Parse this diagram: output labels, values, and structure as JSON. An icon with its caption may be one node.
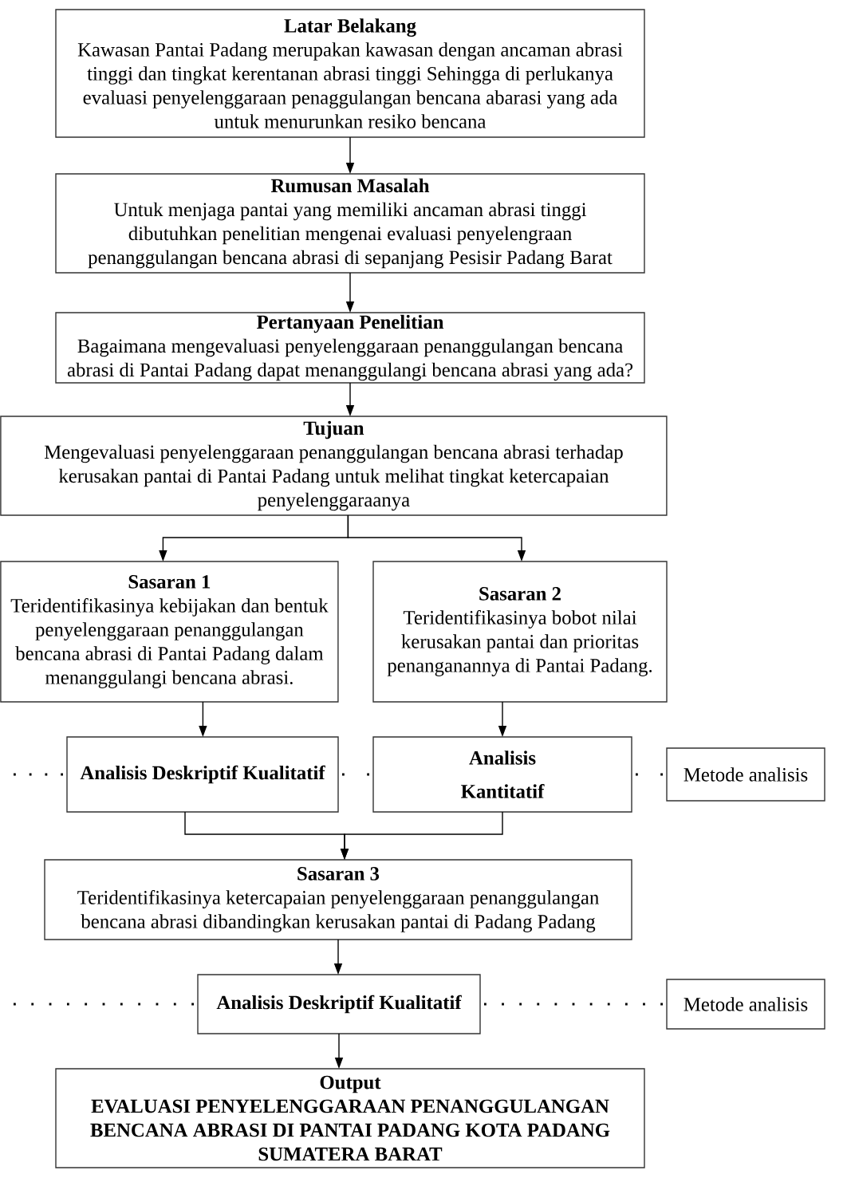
{
  "diagram": {
    "nodes": [
      {
        "text": [
          "Latar Belakang",
          "Kawasan Pantai Padang merupakan kawasan dengan ancaman abrasi tinggi dan tingkat kerentanan abrasi tinggi Sehingga di perlukanya evaluasi penyelenggaraan penaggulangan bencana abarasi yang ada untuk menurunkan resiko bencana"
        ]
      },
      {
        "text": [
          "Rumusan Masalah",
          "Untuk menjaga pantai yang memiliki ancaman abrasi tinggi dibutuhkan penelitian mengenai evaluasi penyelengraan penanggulangan bencana abrasi di sepanjang Pesisir Padang Barat"
        ]
      },
      {
        "text": [
          "Pertanyaan Penelitian",
          "Bagaimana mengevaluasi penyelenggaraan penanggulangan bencana abrasi di Pantai Padang dapat menanggulangi bencana abrasi yang ada?"
        ]
      },
      {
        "text": [
          "Tujuan",
          "Mengevaluasi penyelenggaraan penanggulangan bencana abrasi terhadap kerusakan pantai di Pantai Padang untuk melihat tingkat ketercapaian penyelenggaraanya"
        ]
      },
      {
        "text": [
          "Sasaran 1",
          "Teridentifikasinya kebijakan dan bentuk penyelenggaraan penanggulangan bencana abrasi di Pantai Padang dalam menanggulangi bencana abrasi."
        ]
      },
      {
        "text": [
          "Sasaran 2",
          "Teridentifikasinya bobot nilai kerusakan pantai dan prioritas penanganannya di Pantai Padang."
        ]
      },
      {
        "text": [
          "Analisis Deskriptif Kualitatif"
        ]
      },
      {
        "text": [
          "Analisis Kantitatif"
        ]
      },
      {
        "text": [
          "Metode analisis"
        ]
      },
      {
        "text": [
          "Sasaran 3",
          "Teridentifikasinya ketercapaian penyelenggaraan penanggulangan bencana abrasi dibandingkan kerusakan pantai di Padang Padang"
        ]
      },
      {
        "text": [
          "Analisis Deskriptif Kualitatif"
        ]
      },
      {
        "text": [
          "Metode analisis"
        ]
      },
      {
        "text": [
          "Output",
          "EVALUASI PENYELENGGARAAN PENANGGULANGAN BENCANA ABRASI DI PANTAI PADANG KOTA PADANG SUMATERA BARAT"
        ]
      }
    ],
    "edges": [
      {
        "from": 0,
        "to": 1,
        "arrow": "to"
      },
      {
        "from": 1,
        "to": 2,
        "arrow": "to"
      },
      {
        "from": 2,
        "to": 3,
        "arrow": "to"
      },
      {
        "from": 3,
        "to": 4,
        "arrow": "to"
      },
      {
        "from": 3,
        "to": 5,
        "arrow": "to"
      },
      {
        "from": 4,
        "to": 6,
        "arrow": "to"
      },
      {
        "from": 5,
        "to": 7,
        "arrow": "to"
      },
      {
        "from": 6,
        "to": 9,
        "arrow": "to"
      },
      {
        "from": 7,
        "to": 9,
        "arrow": "to"
      },
      {
        "from": 9,
        "to": 10,
        "arrow": "to"
      },
      {
        "from": 10,
        "to": 12,
        "arrow": "to"
      },
      {
        "from": null,
        "to": 6,
        "arrow": "none",
        "style": "dashed"
      },
      {
        "from": 6,
        "to": 7,
        "arrow": "none",
        "style": "dashed"
      },
      {
        "from": 7,
        "to": 8,
        "arrow": "none",
        "style": "dashed"
      },
      {
        "from": null,
        "to": 10,
        "arrow": "none",
        "style": "dashed"
      },
      {
        "from": 10,
        "to": 11,
        "arrow": "none",
        "style": "dashed"
      }
    ]
  }
}
